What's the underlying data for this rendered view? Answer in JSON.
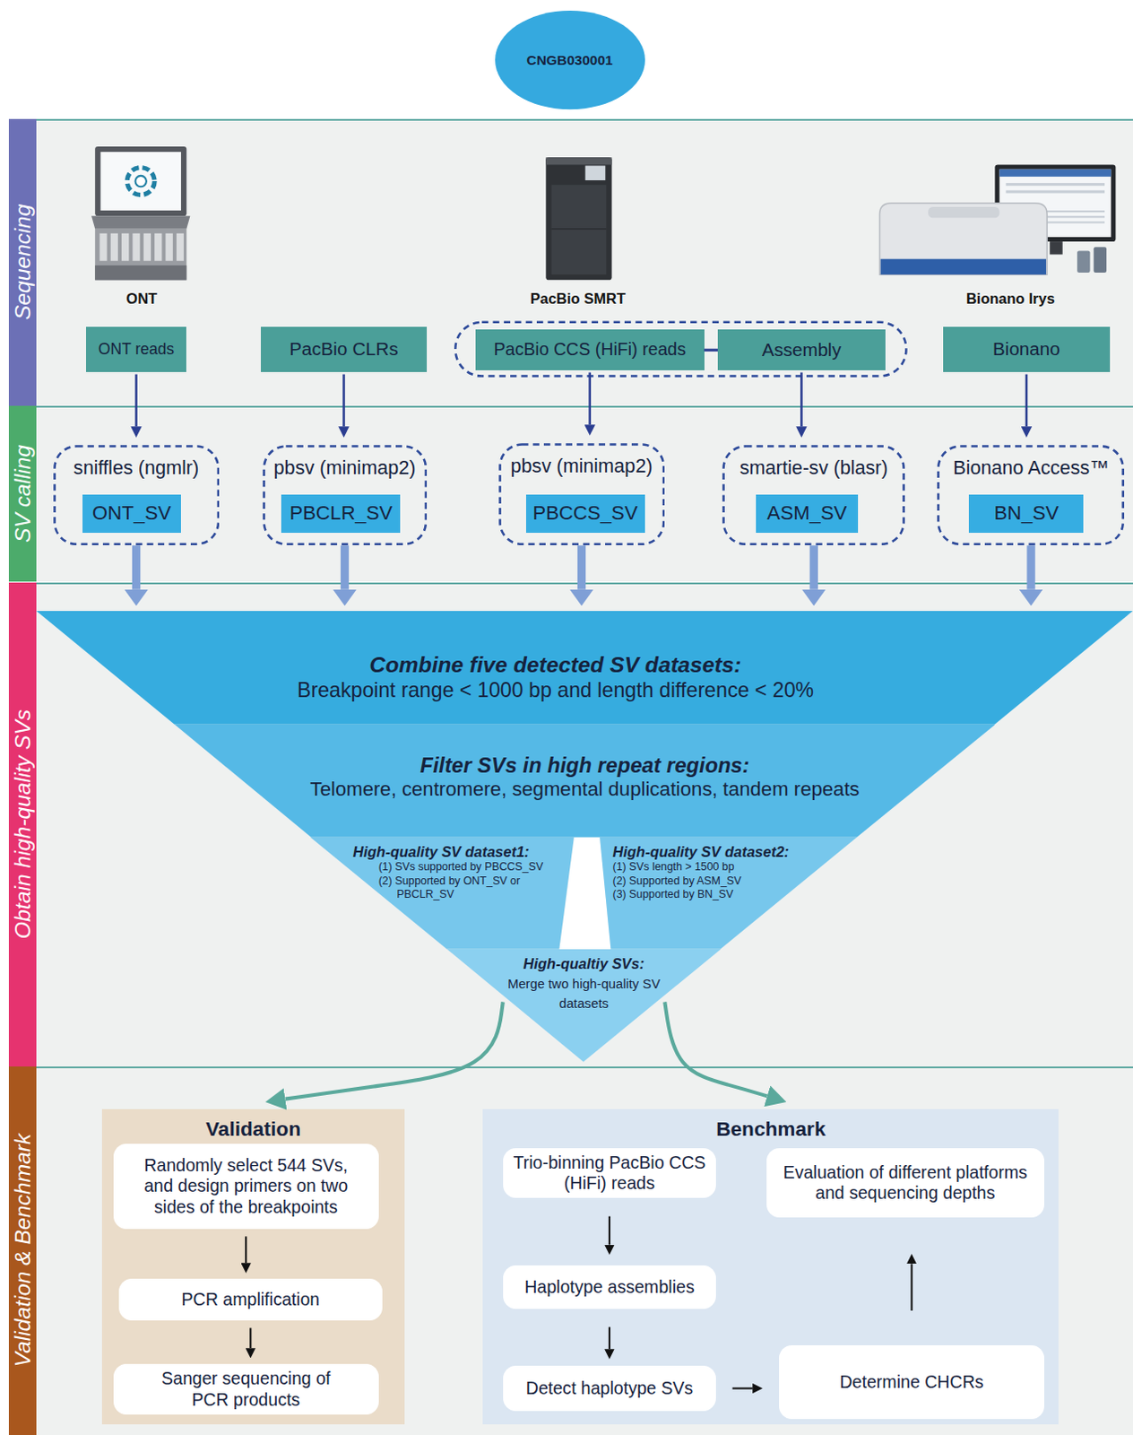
{
  "diagram": {
    "nodes": [
      {
        "text": [
          "CNGB030001"
        ]
      },
      {
        "text": [
          "Sequencing"
        ]
      },
      {
        "text": [
          "ONT reads"
        ],
        "in": 1
      },
      {
        "text": [
          "PacBio CLRs"
        ],
        "in": 1
      },
      {
        "text": [
          "PacBio CCS (HiFi) reads"
        ],
        "in": 1
      },
      {
        "text": [
          "Assembly"
        ],
        "in": 1
      },
      {
        "text": [
          "Bionano"
        ],
        "in": 1
      },
      {
        "text": [
          "SV calling"
        ]
      },
      {
        "text": [
          "sniffles (ngmlr)"
        ],
        "in": 7
      },
      {
        "text": [
          "ONT_SV"
        ],
        "in": 8
      },
      {
        "text": [
          "pbsv (minimap2)"
        ],
        "in": 7
      },
      {
        "text": [
          "PBCLR_SV"
        ],
        "in": 10
      },
      {
        "text": [
          "pbsv (minimap2)"
        ],
        "in": 7
      },
      {
        "text": [
          "PBCCS_SV"
        ],
        "in": 12
      },
      {
        "text": [
          "smartie-sv (blasr)"
        ],
        "in": 7
      },
      {
        "text": [
          "ASM_SV"
        ],
        "in": 14
      },
      {
        "text": [
          "Bionano Access™"
        ],
        "in": 7
      },
      {
        "text": [
          "BN_SV"
        ],
        "in": 16
      },
      {
        "text": [
          "Obtain high-quality SVs"
        ]
      },
      {
        "text": [
          "Combine five detected SV datasets:",
          "Breakpoint range < 1000 bp and length difference < 20%"
        ],
        "in": 18
      },
      {
        "text": [
          "Filter SVs in high repeat regions:",
          "Telomere, centromere, segmental duplications, tandem repeats"
        ],
        "in": 18
      },
      {
        "text": [
          "High-quality SV dataset1:",
          "(1) SVs supported by PBCCS_SV",
          "(2) Supported by ONT_SV or PBCLR_SV"
        ],
        "in": 18
      },
      {
        "text": [
          "High-quality SV dataset2:",
          "(1) SVs length > 1500 bp",
          "(2) Supported by ASM_SV",
          "(3) Supported by BN_SV"
        ],
        "in": 18
      },
      {
        "text": [
          "High-qualtiy SVs:",
          "Merge two high-quality SV datasets"
        ],
        "in": 18
      },
      {
        "text": [
          "Validation & Benchmark"
        ]
      },
      {
        "text": [
          "Validation"
        ],
        "in": 24
      },
      {
        "text": [
          "Randomly select 544 SVs, and design primers on two sides of the breakpoints"
        ],
        "in": 25
      },
      {
        "text": [
          "PCR amplification"
        ],
        "in": 25
      },
      {
        "text": [
          "Sanger sequencing of PCR products"
        ],
        "in": 25
      },
      {
        "text": [
          "Benchmark"
        ],
        "in": 24
      },
      {
        "text": [
          "Trio-binning PacBio CCS (HiFi) reads"
        ],
        "in": 29
      },
      {
        "text": [
          "Haplotype assemblies"
        ],
        "in": 29
      },
      {
        "text": [
          "Detect haplotype SVs"
        ],
        "in": 29
      },
      {
        "text": [
          "Determine CHCRs"
        ],
        "in": 29
      },
      {
        "text": [
          "Evaluation of different platforms and sequencing depths"
        ],
        "in": 29
      }
    ],
    "edges": [
      {
        "from": 2,
        "to": 8,
        "arrow": "to"
      },
      {
        "from": 3,
        "to": 10,
        "arrow": "to"
      },
      {
        "from": 4,
        "to": 12,
        "arrow": "to"
      },
      {
        "from": 5,
        "to": 14,
        "arrow": "to"
      },
      {
        "from": 6,
        "to": 16,
        "arrow": "to"
      },
      {
        "from": 4,
        "to": 5,
        "arrow": "none"
      },
      {
        "from": 8,
        "to": 19,
        "arrow": "to"
      },
      {
        "from": 10,
        "to": 19,
        "arrow": "to"
      },
      {
        "from": 12,
        "to": 19,
        "arrow": "to"
      },
      {
        "from": 14,
        "to": 19,
        "arrow": "to"
      },
      {
        "from": 16,
        "to": 19,
        "arrow": "to"
      },
      {
        "from": 23,
        "to": 25,
        "arrow": "to"
      },
      {
        "from": 23,
        "to": 29,
        "arrow": "to"
      },
      {
        "from": 26,
        "to": 27,
        "arrow": "to"
      },
      {
        "from": 27,
        "to": 28,
        "arrow": "to"
      },
      {
        "from": 30,
        "to": 31,
        "arrow": "to"
      },
      {
        "from": 31,
        "to": 32,
        "arrow": "to"
      },
      {
        "from": 32,
        "to": 33,
        "arrow": "to"
      },
      {
        "from": 33,
        "to": 34,
        "arrow": "to"
      }
    ],
    "labels": [
      "ONT",
      "PacBio SMRT",
      "Bionano Irys"
    ]
  }
}
